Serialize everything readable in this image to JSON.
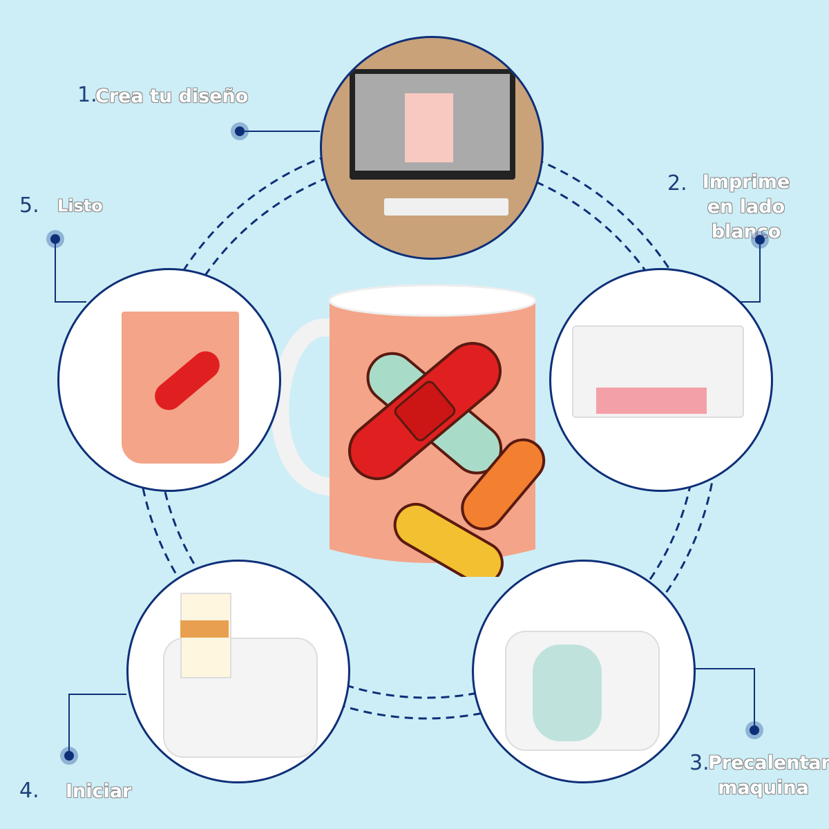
{
  "steps": [
    {
      "number": "1.",
      "label": "Crea tu diseño"
    },
    {
      "number": "2.",
      "label": "Imprime en lado blanco"
    },
    {
      "number": "3.",
      "label": "Precalentar maquina"
    },
    {
      "number": "4.",
      "label": "Iniciar"
    },
    {
      "number": "5.",
      "label": "Listo"
    }
  ],
  "colors": {
    "background": "#cdeef6",
    "accent": "#0e2f78",
    "mug": "#f4a488"
  }
}
